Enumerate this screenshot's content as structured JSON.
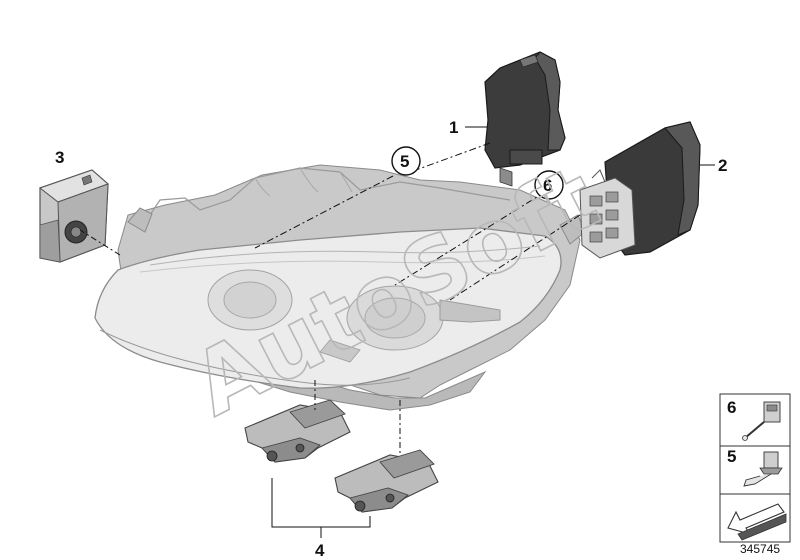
{
  "callouts": {
    "part1": "1",
    "part2": "2",
    "part3": "3",
    "part4": "4",
    "ref5": "5",
    "ref6": "6"
  },
  "legend": {
    "row6": "6",
    "row5": "5"
  },
  "watermark": "AutoSoft",
  "document_number": "345745"
}
